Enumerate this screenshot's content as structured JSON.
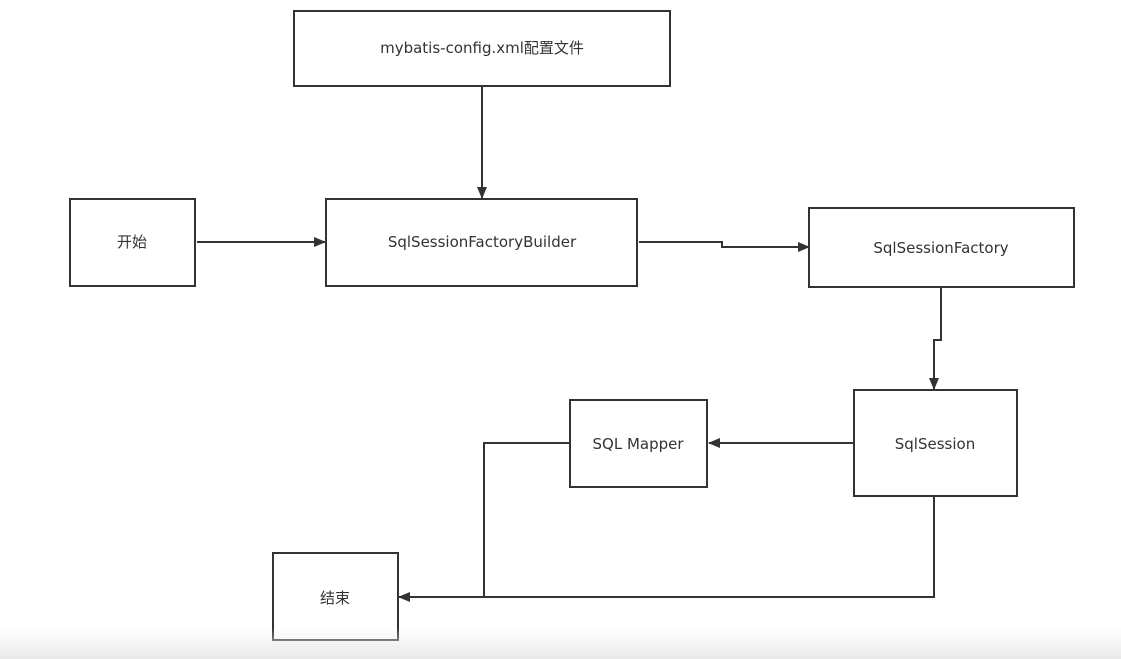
{
  "nodes": {
    "config": {
      "label": "mybatis-config.xml配置文件"
    },
    "start": {
      "label": "开始"
    },
    "builder": {
      "label": "SqlSessionFactoryBuilder"
    },
    "factory": {
      "label": "SqlSessionFactory"
    },
    "mapper": {
      "label": "SQL Mapper"
    },
    "session": {
      "label": "SqlSession"
    },
    "end": {
      "label": "结束"
    }
  },
  "colors": {
    "stroke": "#333333",
    "background": "#ffffff"
  }
}
